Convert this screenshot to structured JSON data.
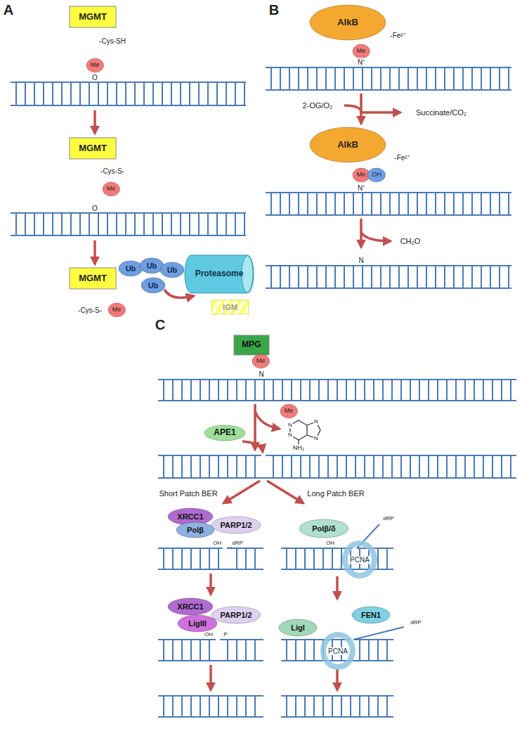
{
  "diagram": {
    "nodes": [
      {
        "text": [
          "MGMT"
        ]
      },
      {
        "text": [
          "Me"
        ]
      },
      {
        "text": [
          "MGMT"
        ]
      },
      {
        "text": [
          "Me"
        ]
      },
      {
        "text": [
          "MGMT"
        ]
      },
      {
        "text": [
          "Me"
        ]
      },
      {
        "text": [
          "Ub"
        ]
      },
      {
        "text": [
          "Ub"
        ]
      },
      {
        "text": [
          "Ub"
        ]
      },
      {
        "text": [
          "Ub"
        ]
      },
      {
        "text": [
          "Proteasome"
        ]
      },
      {
        "text": [
          "IGM"
        ]
      },
      {
        "text": [
          "AlkB"
        ]
      },
      {
        "text": [
          "Me"
        ]
      },
      {
        "text": [
          "AlkB"
        ]
      },
      {
        "text": [
          "Me"
        ]
      },
      {
        "text": [
          "OH"
        ]
      },
      {
        "text": [
          "MPG"
        ]
      },
      {
        "text": [
          "Me"
        ]
      },
      {
        "text": [
          "Me"
        ]
      },
      {
        "text": [
          "APE1"
        ]
      },
      {
        "text": [
          "XRCC1"
        ]
      },
      {
        "text": [
          "PARP1/2"
        ]
      },
      {
        "text": [
          "Polβ"
        ]
      },
      {
        "text": [
          "Polβ/δ"
        ]
      },
      {
        "text": [
          "PCNA"
        ]
      },
      {
        "text": [
          "XRCC1"
        ]
      },
      {
        "text": [
          "PARP1/2"
        ]
      },
      {
        "text": [
          "LigIII"
        ]
      },
      {
        "text": [
          "LigI"
        ]
      },
      {
        "text": [
          "FEN1"
        ]
      },
      {
        "text": [
          "PCNA"
        ]
      }
    ],
    "edges": [
      {
        "from": 9,
        "to": 10,
        "arrow": "to"
      }
    ],
    "labels": [
      "A",
      "-Cys-SH",
      "O",
      "-Cys-S-",
      "O",
      "-Cys-S-",
      "B",
      "-Fe²⁺",
      "N⁺",
      "2-OG/O₂",
      "Succinate/CO₂",
      "-Fe²⁺",
      "N⁺",
      "CH₂O",
      "N",
      "C",
      "N",
      "N",
      "N",
      "N",
      "N",
      "NH₂",
      "Short Patch BER",
      "Long Patch BER",
      "dRP",
      "OH",
      "dRP",
      "OH",
      "OH",
      "P",
      "dRP"
    ]
  }
}
